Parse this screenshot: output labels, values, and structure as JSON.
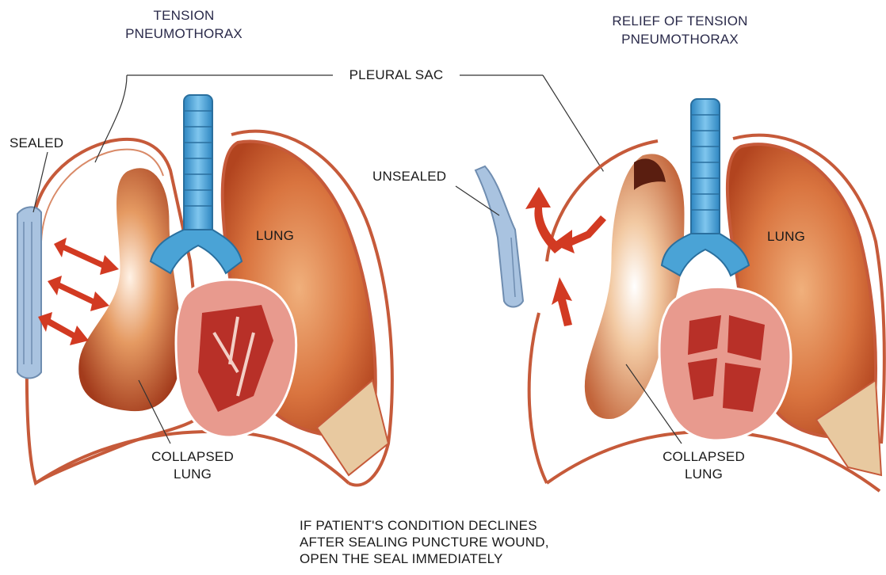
{
  "left_panel": {
    "title_line1": "TENSION",
    "title_line2": "PNEUMOTHORAX",
    "label_sealed": "SEALED",
    "label_lung": "LUNG",
    "label_collapsed_line1": "COLLAPSED",
    "label_collapsed_line2": "LUNG"
  },
  "shared": {
    "label_pleural_sac": "PLEURAL SAC"
  },
  "right_panel": {
    "title_line1": "RELIEF OF TENSION",
    "title_line2": "PNEUMOTHORAX",
    "label_unsealed": "UNSEALED",
    "label_lung": "LUNG",
    "label_collapsed_line1": "COLLAPSED",
    "label_collapsed_line2": "LUNG"
  },
  "caption": {
    "line1": "IF PATIENT'S CONDITION DECLINES",
    "line2": "AFTER SEALING PUNCTURE WOUND,",
    "line3": "OPEN THE SEAL IMMEDIATELY"
  },
  "colors": {
    "pleura_outline": "#c65a3a",
    "lung_tissue": "#d9743f",
    "lung_dark": "#a8331c",
    "trachea": "#4aa3d6",
    "heart": "#e89a8e",
    "heart_muscle": "#b83028",
    "arrow": "#d23a22",
    "seal": "#a9c3e0"
  }
}
